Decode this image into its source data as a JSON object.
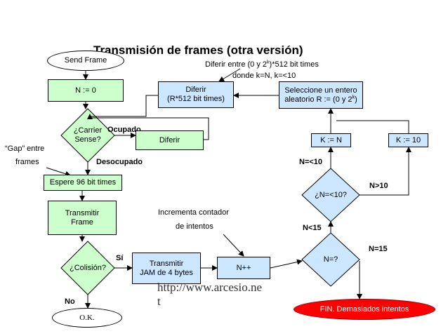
{
  "title": "Transmisión de frames (otra versión)",
  "colors": {
    "process": "#ccffcc",
    "decision": "#ccffcc",
    "right_column": "#cce6ff",
    "end": "#ff0000",
    "arrow": "#000000"
  },
  "nodes": {
    "send_frame": "Send Frame",
    "n_init": "N := 0",
    "carrier_sense": [
      "¿Carrier",
      "Sense?"
    ],
    "defer_short": "Diferir",
    "defer_long": [
      "Diferir",
      "(R*512 bit times)"
    ],
    "wait_96": "Espere 96 bit times",
    "transmit_frame": [
      "Transmitir",
      "Frame"
    ],
    "collision": "¿Colisión?",
    "transmit_jam": [
      "Transmitir",
      "JAM de 4 bytes"
    ],
    "increment": "N++",
    "n_check": "N=?",
    "n_le_10": "¿N=<10?",
    "k_eq_n": "K := N",
    "k_eq_10": "K := 10",
    "select_random": [
      "Seleccione un entero",
      "aleatorio R := (0 y 2",
      "k",
      ")"
    ],
    "ok": "O.K.",
    "fin": "FIN. Demasiados intentos"
  },
  "labels": {
    "ocupado": "Ocupado",
    "desocupado": "Desocupado",
    "gap_line1": "“Gap” entre",
    "gap_line2": "frames",
    "si": "Sí",
    "no": "No",
    "n_lt_15": "N<15",
    "n_eq_15": "N=15",
    "n_le_10_edge": "N=<10",
    "n_gt_10": "N>10",
    "defer_note_a": "Diferir entre (0 y 2",
    "defer_note_sup": "k",
    "defer_note_b": ")*512 bit times",
    "defer_note_line2": "donde k=N, k=<10",
    "increment_note_line1": "Incrementa contador",
    "increment_note_line2": "de intentos"
  },
  "watermark": [
    "http://www.arcesio.ne",
    "t"
  ]
}
